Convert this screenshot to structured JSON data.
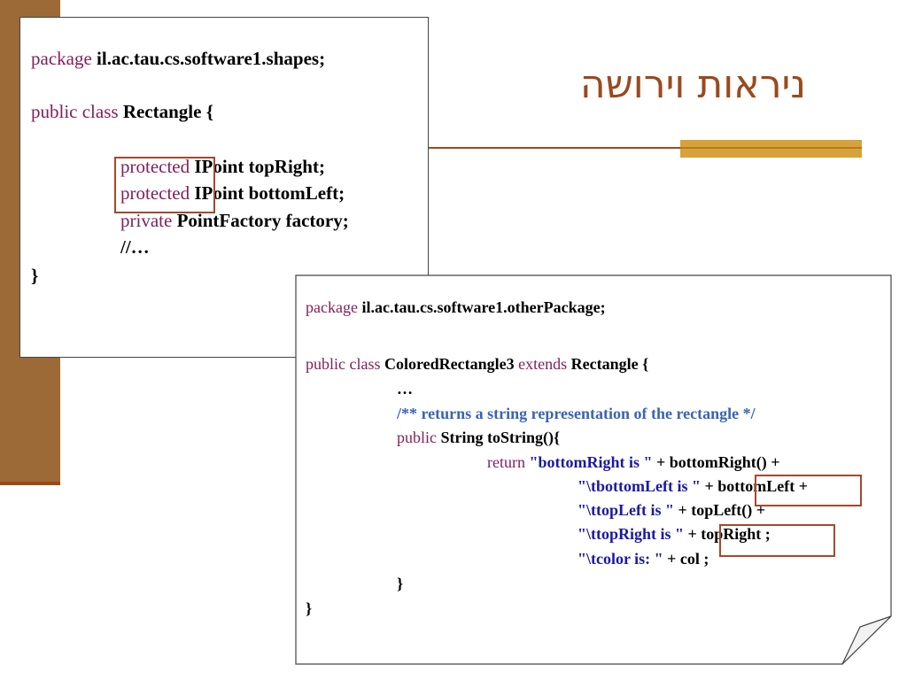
{
  "title": "ניראות וירושה",
  "code_box_1": {
    "line1_kw": "package",
    "line1_rest": " il.ac.tau.cs.software1.shapes;",
    "line2_kw": "public class",
    "line2_rest": " Rectangle {",
    "line3_kw": "protected",
    "line3_rest": " IPoint topRight;",
    "line4_kw": "protected",
    "line4_rest": " IPoint bottomLeft;",
    "line5_kw": "private",
    "line5_rest": " PointFactory factory;",
    "line6": "//…",
    "line7": "}"
  },
  "code_box_2": {
    "line1_kw": "package",
    "line1_rest": " il.ac.tau.cs.software1.otherPackage;",
    "line2_kw1": "public class",
    "line2_mid": " ColoredRectangle3 ",
    "line2_kw2": "extends",
    "line2_rest": " Rectangle {",
    "line3": "…",
    "line4_comment": "/** returns a string representation of the rectangle */",
    "line5_kw": "public",
    "line5_rest": " String toString(){",
    "line6_kw": "return",
    "line6_str": " \"bottomRight is \"",
    "line6_rest": " + bottomRight() +",
    "line7_str": "\"\\tbottomLeft is \"",
    "line7_rest": " + bottomLeft +",
    "line8_str": "\"\\ttopLeft is \"",
    "line8_rest": " + topLeft() +",
    "line9_str": "\"\\ttopRight is \"",
    "line9_rest": " + topRight ;",
    "line10_str": "\"\\tcolor is: \"",
    "line10_rest": " + col ;",
    "line11": "}",
    "line12": "}"
  }
}
